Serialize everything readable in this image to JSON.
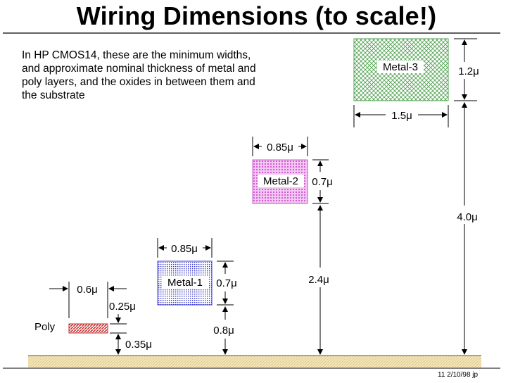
{
  "title": "Wiring Dimensions (to scale!)",
  "intro_text": "In HP CMOS14, these are the minimum widths,\nand approximate nominal thickness of metal and\npoly layers, and the oxides in between them and\nthe substrate",
  "layers": {
    "poly": {
      "label": "Poly",
      "width": "0.6μ",
      "height": "0.25μ",
      "oxide_below": "0.35μ"
    },
    "metal1": {
      "label": "Metal-1",
      "width": "0.85μ",
      "height": "0.7μ",
      "oxide_below": "0.8μ"
    },
    "metal2": {
      "label": "Metal-2",
      "width": "0.85μ",
      "height": "0.7μ",
      "oxide_below": "2.4μ"
    },
    "metal3": {
      "label": "Metal-3",
      "width": "1.5μ",
      "height": "1.2μ",
      "oxide_below": "4.0μ"
    }
  },
  "colors": {
    "poly": "#c83232",
    "metal1": "#3838c8",
    "metal2": "#d060d0",
    "metal3": "#50a050",
    "substrate": "#f5e6b8"
  },
  "footer": "11  2/10/98  jp"
}
